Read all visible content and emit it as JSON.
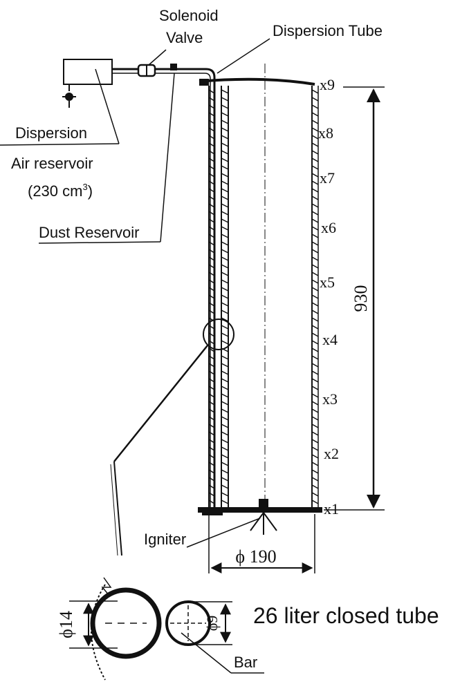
{
  "labels": {
    "solenoid_line1": "Solenoid",
    "solenoid_line2": "Valve",
    "dispersion_tube": "Dispersion Tube",
    "dispersion": "Dispersion",
    "air_reservoir": "Air reservoir",
    "air_volume_prefix": "(230 cm",
    "air_volume_sup": "3",
    "air_volume_suffix": ")",
    "dust_reservoir": "Dust Reservoir",
    "igniter": "Igniter",
    "bar": "Bar",
    "caption": "26 liter closed tube"
  },
  "dimensions": {
    "height": "930",
    "diameter": "ϕ 190",
    "detail_outer": "ϕ14",
    "detail_inner": "ϕ9"
  },
  "sensor_positions": [
    {
      "label": "x9"
    },
    {
      "label": "x8"
    },
    {
      "label": "x7"
    },
    {
      "label": "x6"
    },
    {
      "label": "x5"
    },
    {
      "label": "x4"
    },
    {
      "label": "x3"
    },
    {
      "label": "x2"
    },
    {
      "label": "x1"
    }
  ],
  "colors": {
    "ink": "#111111",
    "background": "#ffffff"
  }
}
